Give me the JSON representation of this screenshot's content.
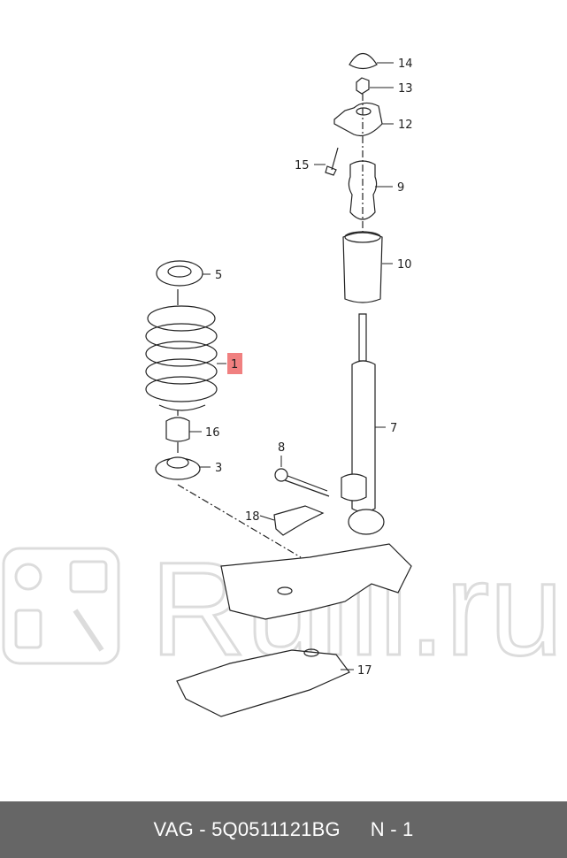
{
  "diagram": {
    "callouts": [
      "14",
      "13",
      "12",
      "15",
      "9",
      "10",
      "5",
      "1",
      "16",
      "3",
      "7",
      "8",
      "18",
      "17"
    ],
    "highlighted_callout": "1",
    "highlight_color": "#f08080",
    "watermark": "Rulli.ru"
  },
  "footer": {
    "part": "VAG - 5Q0511121BG",
    "position": "N - 1",
    "background": "#666666"
  }
}
